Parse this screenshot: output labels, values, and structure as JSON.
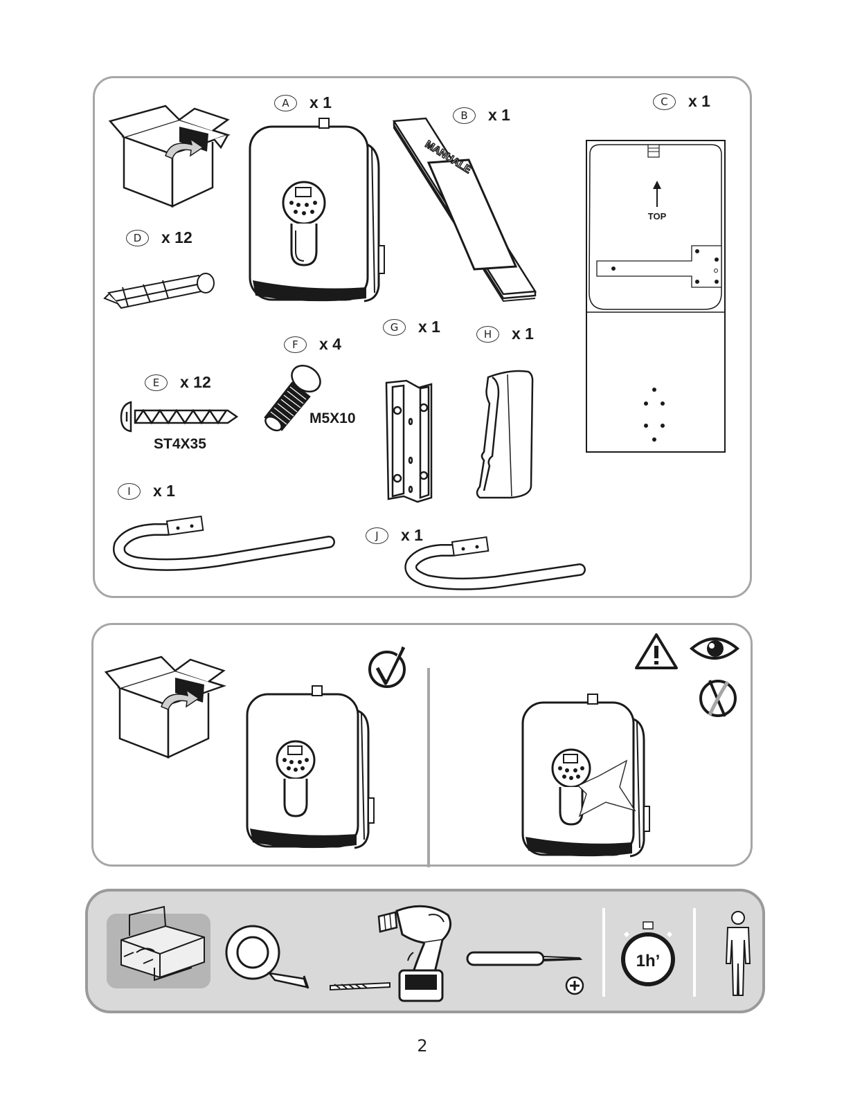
{
  "contents": {
    "items": [
      {
        "letter": "A",
        "quantity": "x 1"
      },
      {
        "letter": "B",
        "quantity": "x 1"
      },
      {
        "letter": "C",
        "quantity": "x 1"
      },
      {
        "letter": "D",
        "quantity": "x 12"
      },
      {
        "letter": "E",
        "quantity": "x 12"
      },
      {
        "letter": "F",
        "quantity": "x 4"
      },
      {
        "letter": "G",
        "quantity": "x 1"
      },
      {
        "letter": "H",
        "quantity": "x 1"
      },
      {
        "letter": "I",
        "quantity": "x 1"
      },
      {
        "letter": "J",
        "quantity": "x 1"
      }
    ],
    "manual_cover_text": "MANUALE",
    "template_direction_text": "TOP",
    "screw_spec": "ST4X35",
    "bolt_spec": "M5X10"
  },
  "tools": {
    "time_text": "1h’"
  },
  "page_number": "2",
  "colors": {
    "panel_border": "#a6a6a6",
    "tools_background": "#d9d9d9",
    "line_art": "#1a1a1a"
  },
  "icons": [
    "box-open-icon",
    "check-icon",
    "warning-icon",
    "eye-icon",
    "crossed-eye-icon",
    "stopwatch-icon",
    "person-icon",
    "cutter-icon",
    "tape-measure-icon",
    "drill-icon",
    "screwdriver-icon",
    "phillips-icon",
    "drill-bit-icon"
  ]
}
